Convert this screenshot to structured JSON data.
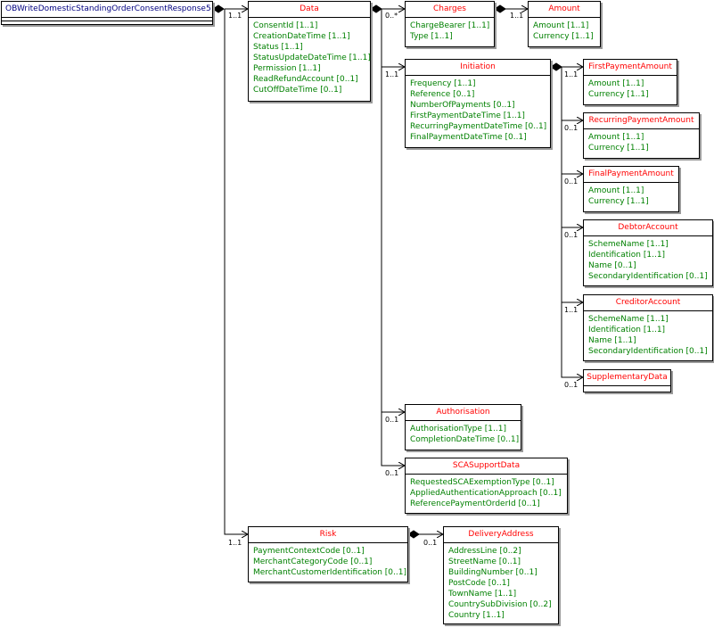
{
  "root": {
    "name": "OBWriteDomesticStandingOrderConsentResponse5"
  },
  "classes": {
    "data": {
      "name": "Data",
      "attrs": [
        "ConsentId [1..1]",
        "CreationDateTime [1..1]",
        "Status [1..1]",
        "StatusUpdateDateTime [1..1]",
        "Permission [1..1]",
        "ReadRefundAccount [0..1]",
        "CutOffDateTime [0..1]"
      ]
    },
    "charges": {
      "name": "Charges",
      "attrs": [
        "ChargeBearer [1..1]",
        "Type [1..1]"
      ]
    },
    "amount": {
      "name": "Amount",
      "attrs": [
        "Amount [1..1]",
        "Currency [1..1]"
      ]
    },
    "initiation": {
      "name": "Initiation",
      "attrs": [
        "Frequency [1..1]",
        "Reference [0..1]",
        "NumberOfPayments [0..1]",
        "FirstPaymentDateTime [1..1]",
        "RecurringPaymentDateTime [0..1]",
        "FinalPaymentDateTime [0..1]"
      ]
    },
    "first_payment_amount": {
      "name": "FirstPaymentAmount",
      "attrs": [
        "Amount [1..1]",
        "Currency [1..1]"
      ]
    },
    "recurring_payment_amount": {
      "name": "RecurringPaymentAmount",
      "attrs": [
        "Amount [1..1]",
        "Currency [1..1]"
      ]
    },
    "final_payment_amount": {
      "name": "FinalPaymentAmount",
      "attrs": [
        "Amount [1..1]",
        "Currency [1..1]"
      ]
    },
    "debtor_account": {
      "name": "DebtorAccount",
      "attrs": [
        "SchemeName [1..1]",
        "Identification [1..1]",
        "Name [0..1]",
        "SecondaryIdentification [0..1]"
      ]
    },
    "creditor_account": {
      "name": "CreditorAccount",
      "attrs": [
        "SchemeName [1..1]",
        "Identification [1..1]",
        "Name [1..1]",
        "SecondaryIdentification [0..1]"
      ]
    },
    "supplementary_data": {
      "name": "SupplementaryData",
      "attrs": []
    },
    "authorisation": {
      "name": "Authorisation",
      "attrs": [
        "AuthorisationType [1..1]",
        "CompletionDateTime [0..1]"
      ]
    },
    "sca_support_data": {
      "name": "SCASupportData",
      "attrs": [
        "RequestedSCAExemptionType [0..1]",
        "AppliedAuthenticationApproach [0..1]",
        "ReferencePaymentOrderId [0..1]"
      ]
    },
    "risk": {
      "name": "Risk",
      "attrs": [
        "PaymentContextCode [0..1]",
        "MerchantCategoryCode [0..1]",
        "MerchantCustomerIdentification [0..1]"
      ]
    },
    "delivery_address": {
      "name": "DeliveryAddress",
      "attrs": [
        "AddressLine [0..2]",
        "StreetName [0..1]",
        "BuildingNumber [0..1]",
        "PostCode [0..1]",
        "TownName [1..1]",
        "CountrySubDivision [0..2]",
        "Country [1..1]"
      ]
    }
  },
  "multiplicities": {
    "root_data": "1..1",
    "data_charges": "0..*",
    "charges_amount": "1..1",
    "data_initiation": "1..1",
    "initiation_first": "1..1",
    "initiation_recurring": "0..1",
    "initiation_final": "0..1",
    "initiation_debtor": "0..1",
    "initiation_creditor": "1..1",
    "initiation_supplementary": "0..1",
    "data_authorisation": "0..1",
    "data_sca": "0..1",
    "root_risk": "1..1",
    "risk_delivery": "0..1"
  },
  "colors": {
    "class_name": "#ff0000",
    "root_name": "#000080",
    "attribute": "#008000",
    "border": "#000000"
  }
}
